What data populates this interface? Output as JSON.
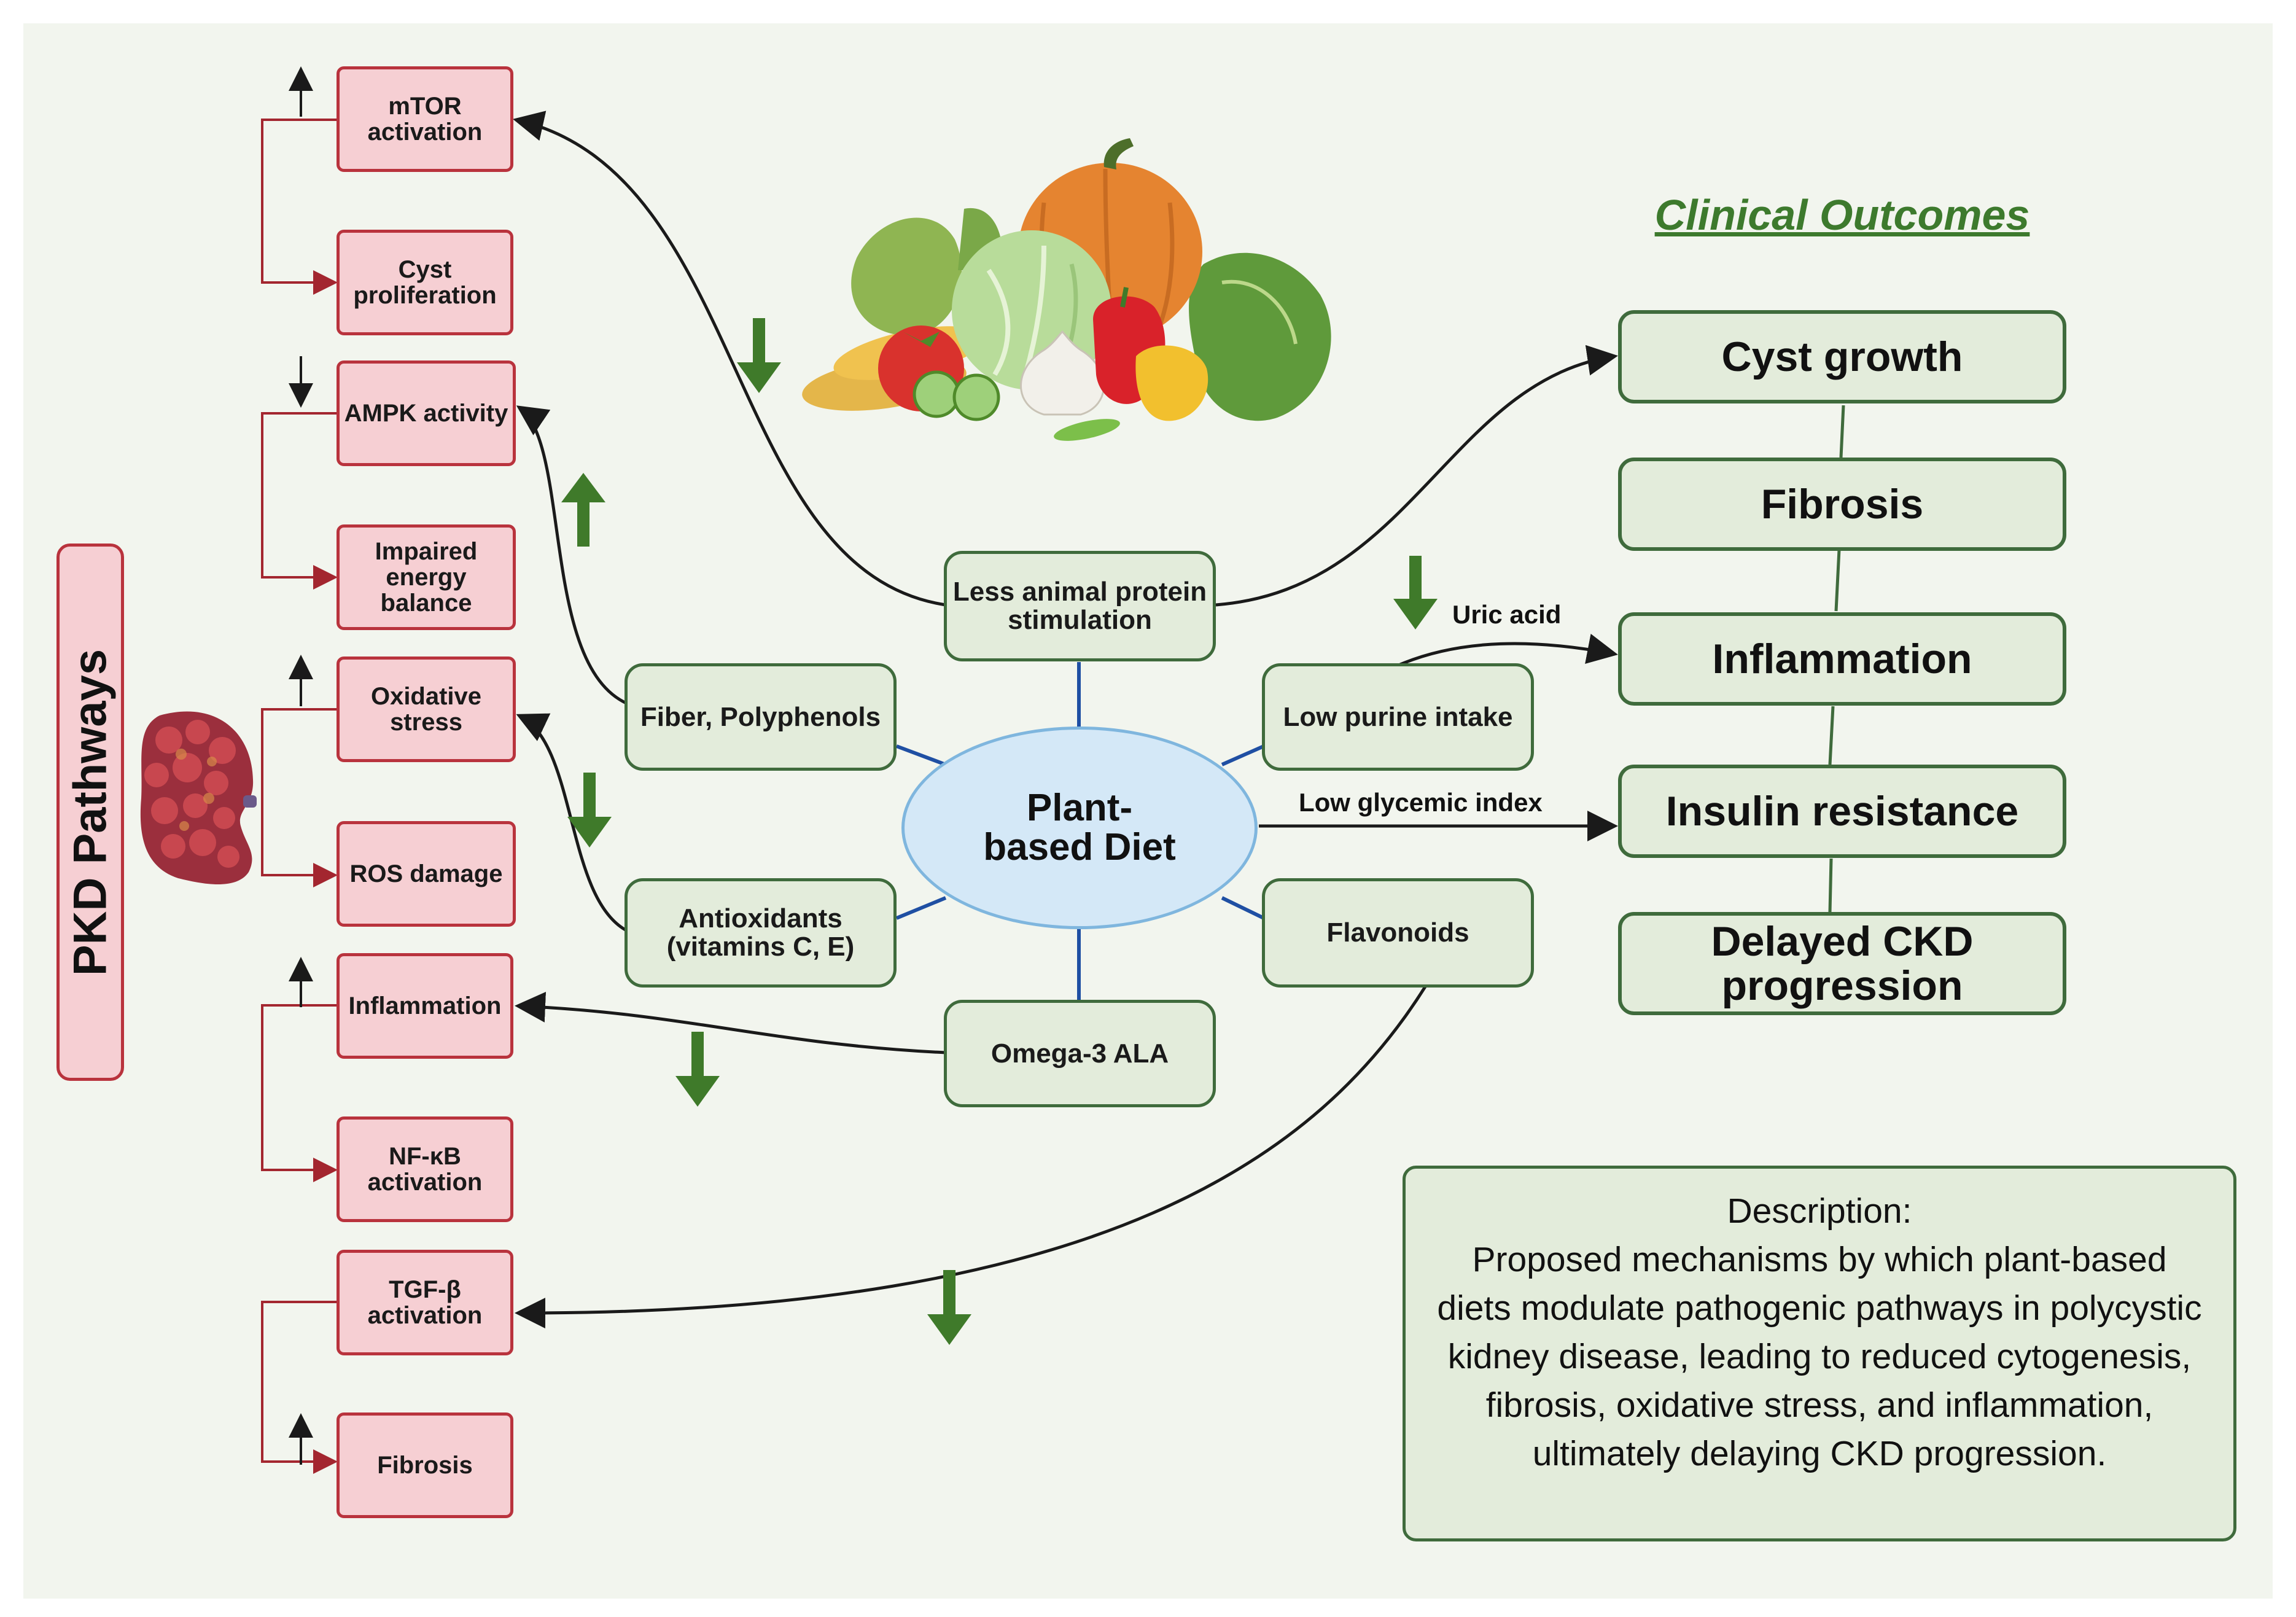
{
  "pkd": {
    "title": "PKD Pathways",
    "mtor": "mTOR activation",
    "cyst_prolif": "Cyst proliferation",
    "ampk": "AMPK activity",
    "impaired_energy": "Impaired energy balance",
    "oxidative": "Oxidative stress",
    "ros": "ROS damage",
    "inflammation": "Inflammation",
    "nfkb": "NF-κB activation",
    "tgfb": "TGF-β activation",
    "fibrosis": "Fibrosis"
  },
  "diet": {
    "center": "Plant-based Diet",
    "less_animal_protein": "Less animal protein stimulation",
    "fiber": "Fiber, Polyphenols",
    "antioxidants": "Antioxidants (vitamins C, E)",
    "omega3": "Omega-3 ALA",
    "low_purine": "Low purine intake",
    "flavonoids": "Flavonoids"
  },
  "labels": {
    "uric_acid": "Uric acid",
    "low_glycemic": "Low glycemic index"
  },
  "outcomes": {
    "heading": "Clinical Outcomes",
    "cyst_growth": "Cyst growth",
    "fibrosis": "Fibrosis",
    "inflammation": "Inflammation",
    "insulin": "Insulin resistance",
    "ckd": "Delayed CKD progression"
  },
  "description": {
    "heading": "Description:",
    "body": "Proposed mechanisms by which plant-based diets modulate pathogenic pathways in polycystic kidney disease, leading to reduced cytogenesis, fibrosis, oxidative stress, and inflammation, ultimately delaying CKD progression."
  },
  "colors": {
    "pathway_fill": "#f6cfd3",
    "pathway_border": "#b9333d",
    "diet_fill": "#e3ecdb",
    "diet_border": "#3f6b3c",
    "center_fill": "#d4e8f7",
    "heading_green": "#3d7a2d",
    "arrow_green": "#3f7a2a"
  }
}
